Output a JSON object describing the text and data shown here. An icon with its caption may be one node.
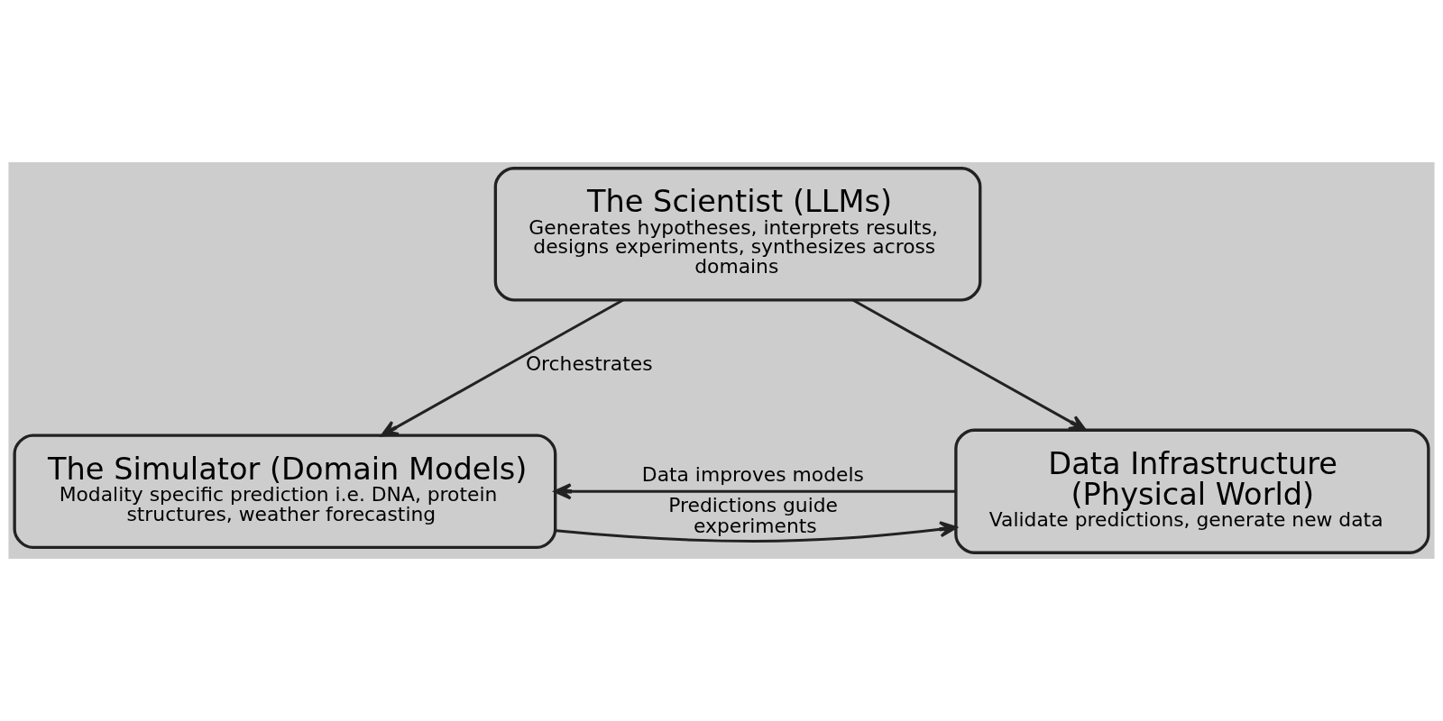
{
  "diagram": {
    "nodes": [
      {
        "text": [
          "The Scientist (LLMs)",
          "Generates hypotheses, interprets results, designs experiments, synthesizes across domains"
        ]
      },
      {
        "text": [
          "The Simulator (Domain Models)",
          "Modality specific prediction i.e. DNA, protein structures, weather forecasting"
        ]
      },
      {
        "text": [
          "Data Infrastructure (Physical World)",
          "Validate predictions, generate new data"
        ]
      }
    ],
    "edges": [
      {
        "from": 0,
        "to": 1,
        "arrow": "to",
        "label": "Orchestrates"
      },
      {
        "from": 0,
        "to": 2,
        "arrow": "to"
      },
      {
        "from": 1,
        "to": 2,
        "arrow": "to",
        "label": "Predictions guide experiments"
      },
      {
        "from": 2,
        "to": 1,
        "arrow": "to",
        "label": "Data improves models"
      }
    ]
  }
}
